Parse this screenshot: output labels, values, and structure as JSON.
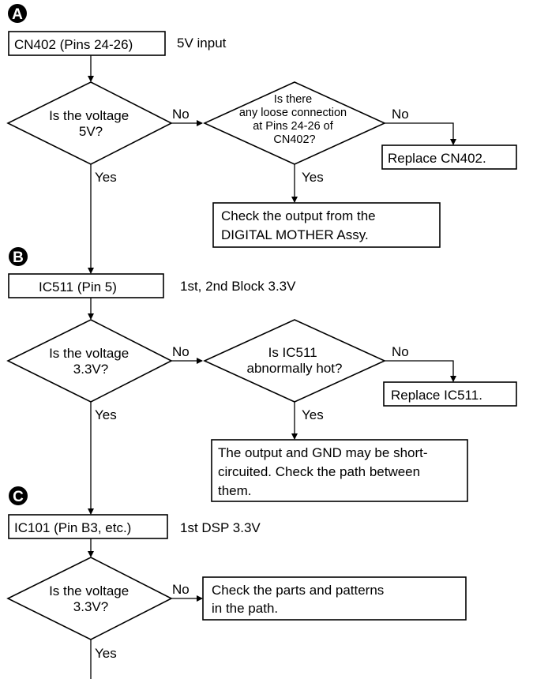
{
  "badges": {
    "a": "A",
    "b": "B",
    "c": "C"
  },
  "section_a": {
    "box": "CN402 (Pins 24-26)",
    "note": "5V input",
    "q1": [
      "Is the voltage",
      "5V?"
    ],
    "q2": [
      "Is there",
      "any loose connection",
      "at Pins 24-26 of",
      "CN402?"
    ],
    "no_action": "Replace CN402.",
    "yes_action": [
      "Check the output from the",
      "DIGITAL MOTHER Assy."
    ]
  },
  "section_b": {
    "box": "IC511 (Pin 5)",
    "note": "1st, 2nd Block 3.3V",
    "q1": [
      "Is the voltage",
      "3.3V?"
    ],
    "q2": [
      "Is IC511",
      "abnormally hot?"
    ],
    "no_action": "Replace IC511.",
    "yes_action": [
      "The output and GND may be short-",
      "circuited. Check the path between",
      "them."
    ]
  },
  "section_c": {
    "box": "IC101 (Pin B3, etc.)",
    "note": "1st DSP 3.3V",
    "q1": [
      "Is the voltage",
      "3.3V?"
    ],
    "no_action": [
      "Check the parts and patterns",
      "in the path."
    ]
  },
  "labels": {
    "yes": "Yes",
    "no": "No"
  }
}
